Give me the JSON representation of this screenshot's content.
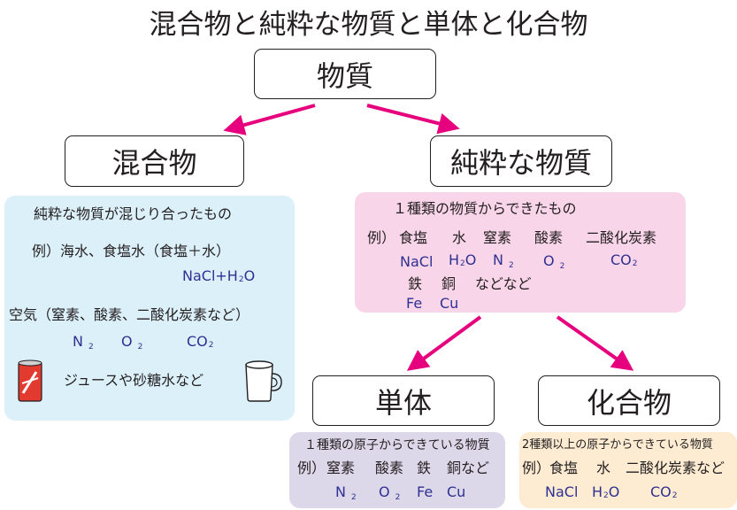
{
  "title": "混合物と純粋な物質と単体と化合物",
  "colors": {
    "arrow": "#e6007e",
    "mixture_panel": "#dcf0fa",
    "pure_panel": "#f8d5e8",
    "element_panel": "#ddd7ea",
    "compound_panel": "#fdebd2",
    "formula_text": "#2e3192"
  },
  "nodes": {
    "substance": "物質",
    "mixture": "混合物",
    "pure": "純粋な物質",
    "element": "単体",
    "compound": "化合物"
  },
  "mixture_panel": {
    "definition": "純粋な物質が混じり合ったもの",
    "example_line": "例）海水、食塩水（食塩＋水）",
    "example_formula": {
      "pre": "NaCl+H",
      "sub": "2",
      "post": "O"
    },
    "air_line": "空気（窒素、酸素、二酸化炭素など）",
    "air_formulas": [
      {
        "pre": "N",
        "sub": "2"
      },
      {
        "pre": "O",
        "sub": "2"
      },
      {
        "pre": "CO",
        "sub": "2"
      }
    ],
    "juice_line": "ジュースや砂糖水など",
    "icons": [
      "soda-can-icon",
      "cup-icon"
    ]
  },
  "pure_panel": {
    "definition": "１種類の物質からできたもの",
    "example_prefix": "例）",
    "examples": [
      "食塩",
      "水",
      "窒素",
      "酸素",
      "二酸化炭素"
    ],
    "formulas": [
      {
        "pre": "NaCl",
        "sub": "",
        "post": ""
      },
      {
        "pre": "H",
        "sub": "2",
        "post": "O"
      },
      {
        "pre": "N",
        "sub": "2",
        "post": ""
      },
      {
        "pre": "O",
        "sub": "2",
        "post": ""
      },
      {
        "pre": "CO",
        "sub": "2",
        "post": ""
      }
    ],
    "examples2": [
      "鉄",
      "銅",
      "などなど"
    ],
    "formulas2": [
      "Fe",
      "Cu"
    ]
  },
  "element_panel": {
    "definition": "１種類の原子からできている物質",
    "example_prefix": "例）",
    "examples": [
      "窒素",
      "酸素",
      "鉄",
      "銅など"
    ],
    "formulas": [
      {
        "pre": "N",
        "sub": "2"
      },
      {
        "pre": "O",
        "sub": "2"
      },
      {
        "pre": "Fe",
        "sub": ""
      },
      {
        "pre": "Cu",
        "sub": ""
      }
    ]
  },
  "compound_panel": {
    "definition": "2種類以上の原子からできている物質",
    "example_prefix": "例）",
    "examples": [
      "食塩",
      "水",
      "二酸化炭素など"
    ],
    "formulas": [
      {
        "pre": "NaCl",
        "sub": "",
        "post": ""
      },
      {
        "pre": "H",
        "sub": "2",
        "post": "O"
      },
      {
        "pre": "CO",
        "sub": "2",
        "post": ""
      }
    ]
  }
}
